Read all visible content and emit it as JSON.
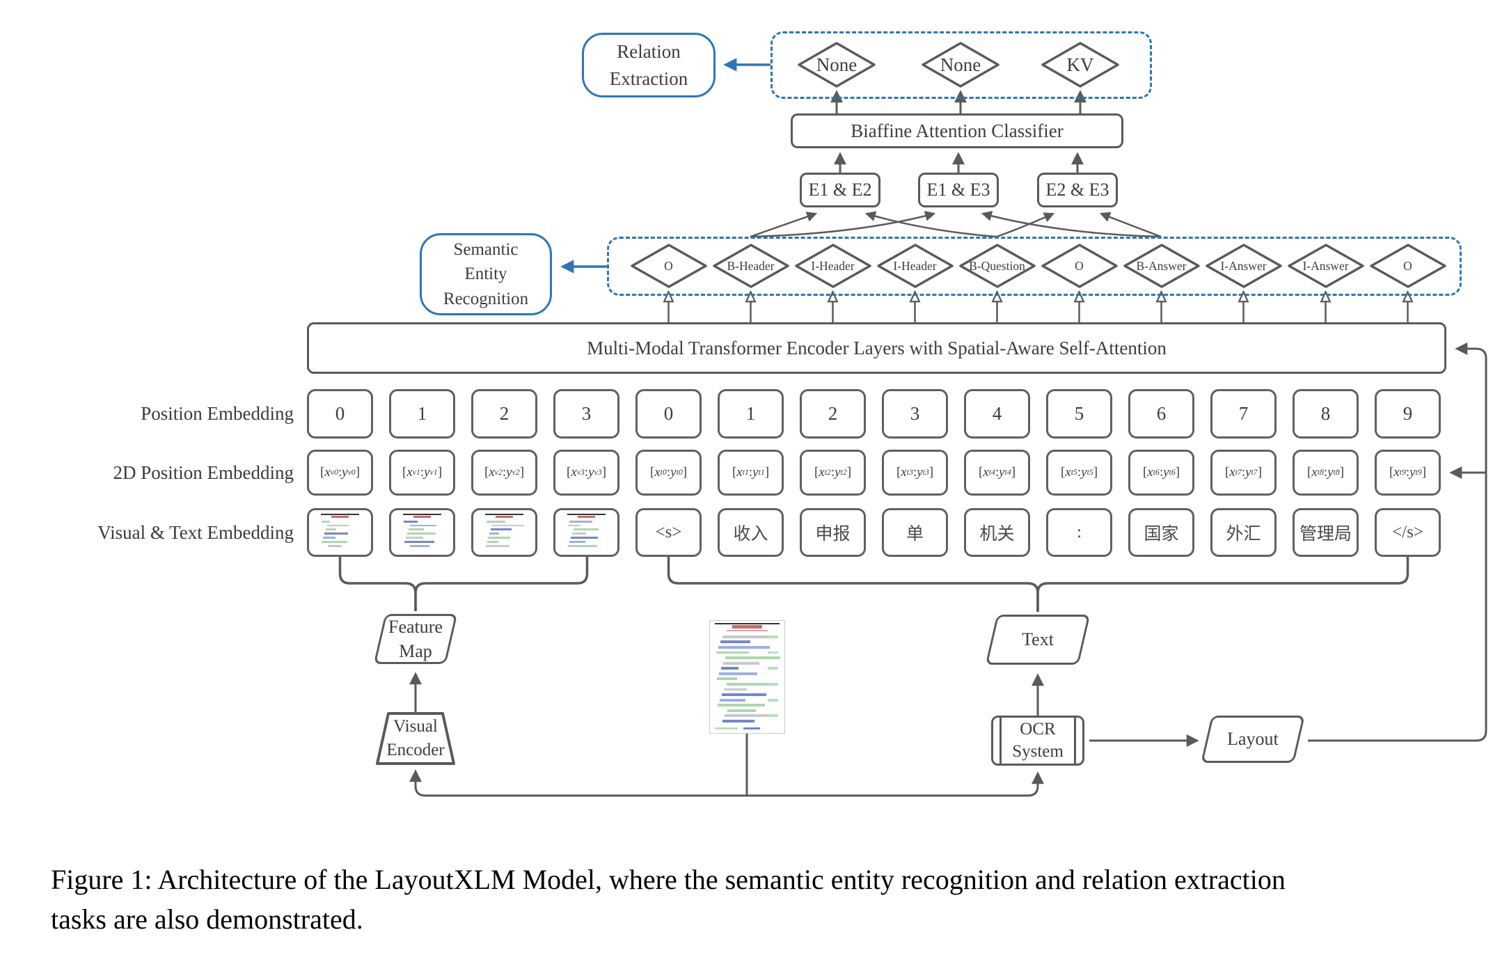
{
  "colors": {
    "accent_blue": "#2e75b6",
    "line_gray": "#5a5a5a"
  },
  "relation_extraction": {
    "title": "Relation Extraction",
    "outputs": [
      "None",
      "None",
      "KV"
    ]
  },
  "biaffine": {
    "label": "Biaffine Attention Classifier"
  },
  "entity_pairs": [
    "E1 & E2",
    "E1 & E3",
    "E2 & E3"
  ],
  "semantic_entity_recognition": {
    "title": "Semantic Entity Recognition",
    "tags": [
      "O",
      "B-Header",
      "I-Header",
      "I-Header",
      "B-Question",
      "O",
      "B-Answer",
      "I-Answer",
      "I-Answer",
      "O"
    ]
  },
  "transformer": {
    "label": "Multi-Modal Transformer Encoder Layers with Spatial-Aware Self-Attention"
  },
  "embedding_rows": {
    "position": {
      "label": "Position Embedding",
      "values": [
        "0",
        "1",
        "2",
        "3",
        "0",
        "1",
        "2",
        "3",
        "4",
        "5",
        "6",
        "7",
        "8",
        "9"
      ]
    },
    "position_2d": {
      "label": "2D Position Embedding",
      "values": [
        "[x_v0 : y_v0]",
        "[x_v1 : y_v1]",
        "[x_v2 : y_v2]",
        "[x_v3 : y_v3]",
        "[x_t0 : y_t0]",
        "[x_t1 : y_t1]",
        "[x_t2 : y_t2]",
        "[x_t3 : y_t3]",
        "[x_t4 : y_t4]",
        "[x_t5 : y_t5]",
        "[x_t6 : y_t6]",
        "[x_t7 : y_t7]",
        "[x_t8 : y_t8]",
        "[x_t9 : y_t9]"
      ]
    },
    "visual_text": {
      "label": "Visual & Text Embedding",
      "visual_cell_count": 4,
      "tokens": [
        "<s>",
        "收入",
        "申报",
        "单",
        "机关",
        ":",
        "国家",
        "外汇",
        "管理局",
        "</s>"
      ]
    }
  },
  "pipeline": {
    "feature_map": "Feature Map",
    "visual_encoder": "Visual Encoder",
    "text": "Text",
    "ocr_system": "OCR System",
    "layout": "Layout"
  },
  "caption": {
    "line1": "Figure 1:  Architecture of the LayoutXLM Model, where the semantic entity recognition and relation extraction",
    "line2": "tasks are also demonstrated."
  }
}
